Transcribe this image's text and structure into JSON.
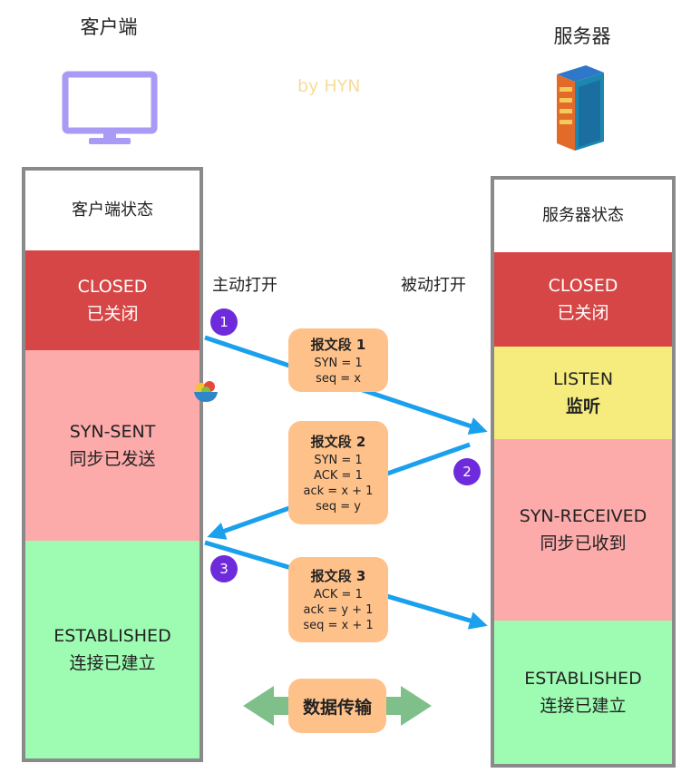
{
  "client": {
    "title": "客户端",
    "header": "客户端状态",
    "states": [
      {
        "line1": "CLOSED",
        "line2": "已关闭"
      },
      {
        "line1": "SYN-SENT",
        "line2": "同步已发送"
      },
      {
        "line1": "ESTABLISHED",
        "line2": "连接已建立"
      }
    ],
    "action": "主动打开"
  },
  "server": {
    "title": "服务器",
    "header": "服务器状态",
    "states": [
      {
        "line1": "CLOSED",
        "line2": "已关闭"
      },
      {
        "line1": "LISTEN",
        "line2": "监听"
      },
      {
        "line1": "SYN-RECEIVED",
        "line2": "同步已收到"
      },
      {
        "line1": "ESTABLISHED",
        "line2": "连接已建立"
      }
    ],
    "action": "被动打开"
  },
  "watermark": "by HYN",
  "segments": [
    {
      "title": "报文段 1",
      "lines": [
        "SYN = 1",
        "seq = x"
      ]
    },
    {
      "title": "报文段 2",
      "lines": [
        "SYN = 1",
        "ACK = 1",
        "ack = x + 1",
        "seq = y"
      ]
    },
    {
      "title": "报文段 3",
      "lines": [
        "ACK = 1",
        "ack = y + 1",
        "seq = x + 1"
      ]
    }
  ],
  "steps": [
    "1",
    "2",
    "3"
  ],
  "transfer": "数据传输",
  "colors": {
    "closed": "#d64646",
    "listen": "#f5ec7d",
    "syn": "#fdaaaa",
    "established": "#9dfbb2",
    "segment": "#ffc18a",
    "arrow": "#1aa0ec",
    "badge": "#6e2bdc",
    "transfer_arrow": "#7fc08a"
  },
  "icons": [
    "monitor-icon",
    "server-icon",
    "fruit-bowl-icon"
  ]
}
